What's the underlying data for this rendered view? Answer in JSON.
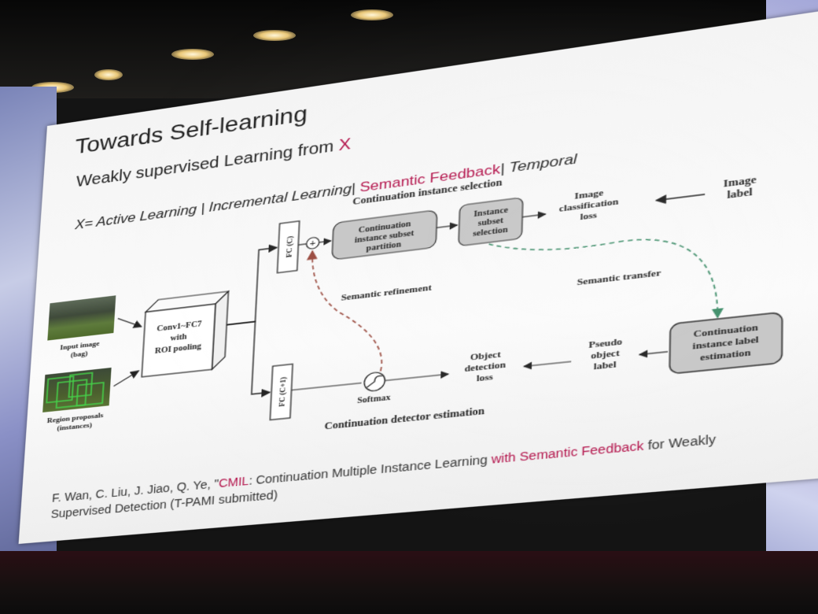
{
  "slide": {
    "title": "Towards Self-learning",
    "subtitle_prefix": "Weakly supervised Learning from ",
    "subtitle_x": "X",
    "x_prefix": "X= Active Learning | Incremental Learning| ",
    "x_highlight": "Semantic Feedback",
    "x_suffix": "| Temporal",
    "diagram": {
      "continuation_instance_selection": "Continuation instance selection",
      "input_image": "Input image",
      "input_image_sub": "(bag)",
      "region_proposals": "Region proposals",
      "region_proposals_sub": "(instances)",
      "conv_line1": "Conv1~FC7",
      "conv_line2": "with",
      "conv_line3": "ROI pooling",
      "fc_c": "FC (C)",
      "fc_c1": "FC (C+1)",
      "subset_partition_1": "Continuation",
      "subset_partition_2": "instance subset",
      "subset_partition_3": "partition",
      "subset_selection_1": "Instance",
      "subset_selection_2": "subset",
      "subset_selection_3": "selection",
      "image_loss_1": "Image",
      "image_loss_2": "classification",
      "image_loss_3": "loss",
      "image_label_1": "Image",
      "image_label_2": "label",
      "semantic_refinement": "Semantic refinement",
      "semantic_transfer": "Semantic transfer",
      "softmax": "Softmax",
      "object_loss_1": "Object",
      "object_loss_2": "detection",
      "object_loss_3": "loss",
      "pseudo_1": "Pseudo",
      "pseudo_2": "object",
      "pseudo_3": "label",
      "estimation_1": "Continuation",
      "estimation_2": "instance label",
      "estimation_3": "estimation",
      "detector_estimation": "Continuation detector estimation",
      "oplus": "+"
    },
    "footnote": {
      "authors": "F. Wan, C. Liu, J. Jiao, Q. Ye, \"",
      "cmil": "CMIL",
      "title_part": ": Continuation Multiple Instance Learning ",
      "with_sf": "with Semantic Feedback",
      "for_weakly": " for Weakly",
      "line2": "Supervised Detection (T-PAMI submitted)"
    }
  },
  "colors": {
    "accent_red": "#b3124a",
    "box_gray": "#c7c7c7",
    "dashed_brown": "#9a4a3e",
    "dashed_green": "#3f8e6a"
  }
}
